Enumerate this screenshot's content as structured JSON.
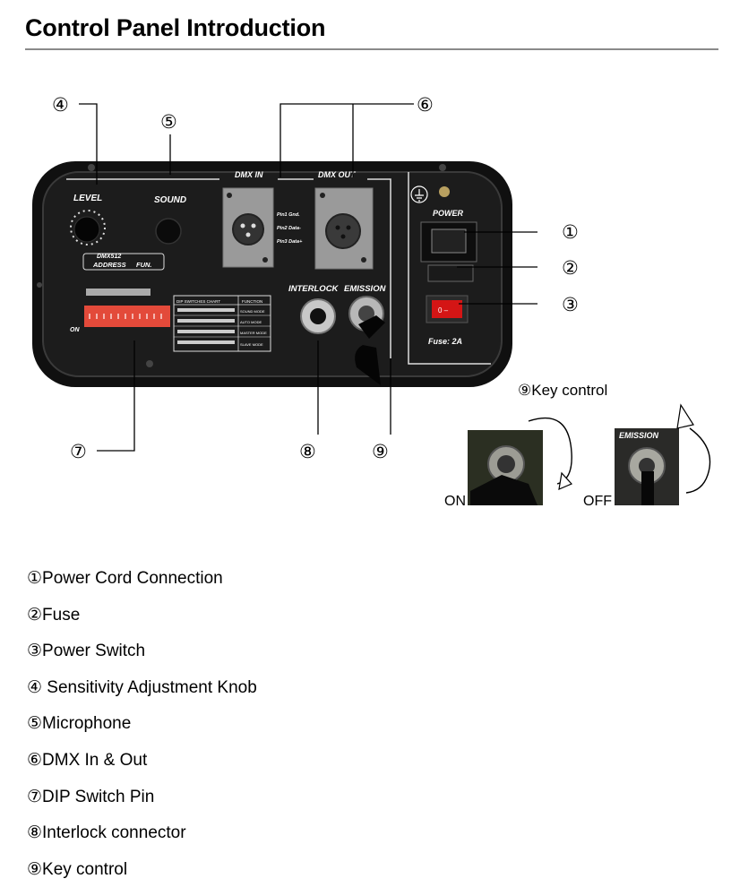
{
  "title": "Control Panel Introduction",
  "panel_labels": {
    "level": "LEVEL",
    "sound": "SOUND",
    "dmx_in": "DMX IN",
    "dmx_out": "DMX OUT",
    "power": "POWER",
    "interlock": "INTERLOCK",
    "emission": "EMISSION",
    "fuse": "Fuse: 2A",
    "dmx512": "DMX512",
    "address": "ADDRESS",
    "fun": "FUN.",
    "on": "ON",
    "pin1": "Pin1 Gnd.",
    "pin2": "Pin2 Data-",
    "pin3": "Pin3 Data+",
    "dip_chart": "DIP SWITCHES CHART",
    "function": "FUNCTION",
    "sound_mode": "SOUND MODE",
    "auto_mode": "AUTO MODE",
    "master_mode": "MASTER MODE",
    "slave_mode": "SLAVE MODE"
  },
  "callouts": {
    "c1": "①",
    "c2": "②",
    "c3": "③",
    "c4": "④",
    "c5": "⑤",
    "c6": "⑥",
    "c7": "⑦",
    "c8": "⑧",
    "c9": "⑨"
  },
  "key_control": {
    "title": "⑨Key control",
    "on": "ON",
    "off": "OFF",
    "emission": "EMISSION"
  },
  "items": [
    "①Power Cord Connection",
    "②Fuse",
    "③Power Switch",
    "④ Sensitivity Adjustment Knob",
    "⑤Microphone",
    "⑥DMX In & Out",
    "⑦DIP Switch Pin",
    "⑧Interlock connector",
    "⑨Key control"
  ]
}
